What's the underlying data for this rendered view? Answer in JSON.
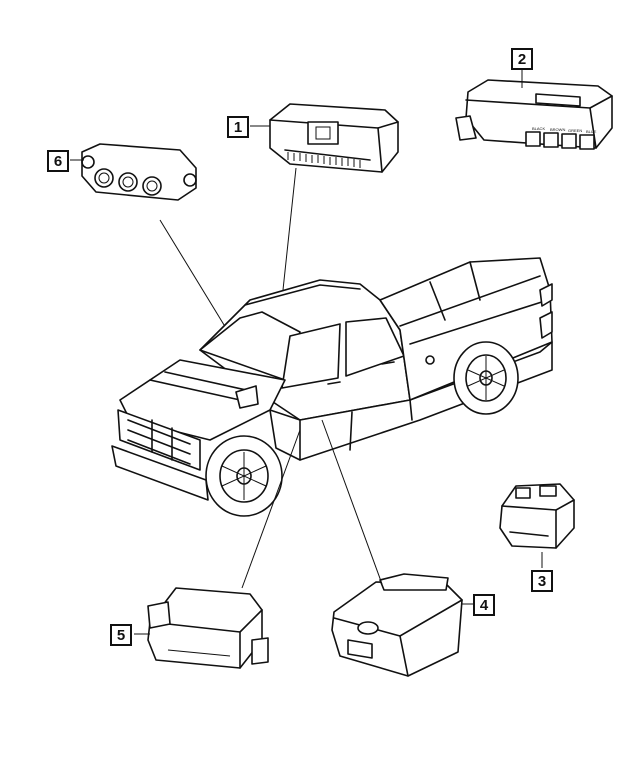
{
  "callouts": {
    "c1": "1",
    "c2": "2",
    "c3": "3",
    "c4": "4",
    "c5": "5",
    "c6": "6"
  },
  "module2_connector_labels": [
    "BLACK",
    "BROWN",
    "GREEN",
    "BLUE"
  ]
}
